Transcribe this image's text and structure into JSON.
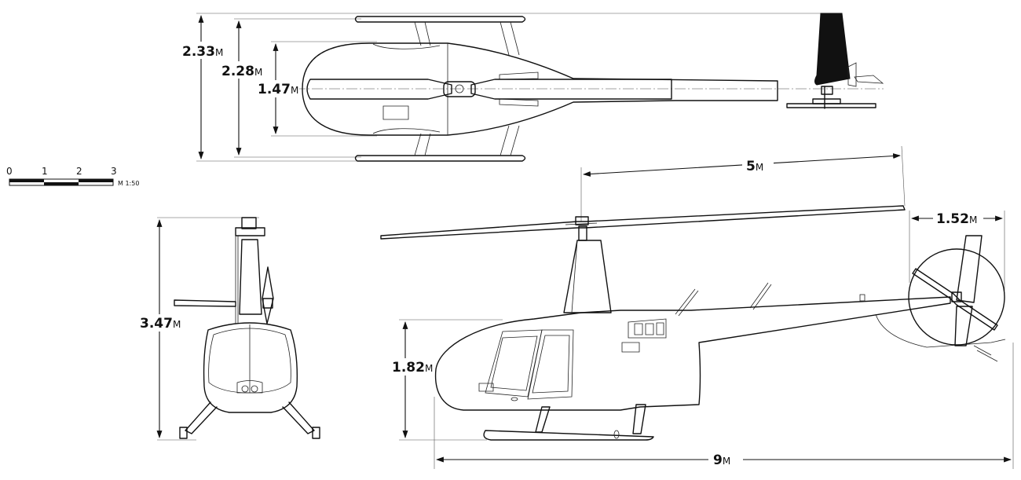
{
  "dimensions": {
    "top_overall_width": {
      "value": "2.33",
      "unit": "M"
    },
    "top_skid_width": {
      "value": "2.28",
      "unit": "M"
    },
    "top_cabin_width": {
      "value": "1.47",
      "unit": "M"
    },
    "front_height": {
      "value": "3.47",
      "unit": "M"
    },
    "rotor_radius": {
      "value": "5",
      "unit": "M"
    },
    "tail_rotor_diameter": {
      "value": "1.52",
      "unit": "M"
    },
    "side_cabin_height": {
      "value": "1.82",
      "unit": "M"
    },
    "overall_length": {
      "value": "9",
      "unit": "M"
    }
  },
  "scale_bar": {
    "ticks": [
      "0",
      "1",
      "2",
      "3"
    ],
    "ratio_label": "M 1:50"
  },
  "colors": {
    "line": "#111111",
    "fin_fill": "#111111",
    "background": "#ffffff"
  }
}
